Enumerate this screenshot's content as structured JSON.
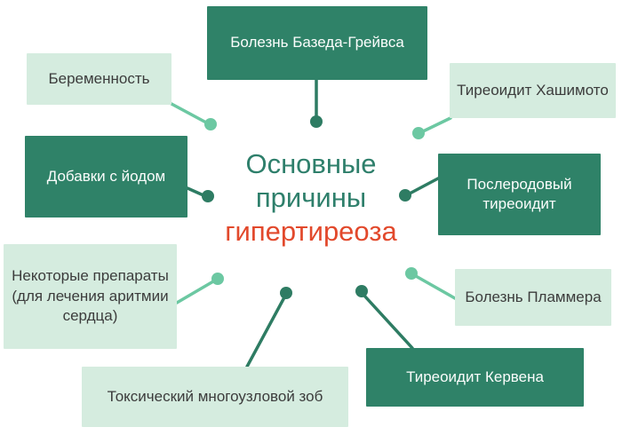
{
  "title": {
    "line1": "Основные",
    "line2": "причины",
    "line3": "гипертиреоза"
  },
  "nodes": [
    {
      "id": "graves-disease",
      "label": "Болезнь Базеда-Грейвса",
      "style": "dark"
    },
    {
      "id": "pregnancy",
      "label": "Беременность",
      "style": "light"
    },
    {
      "id": "hashimoto",
      "label": "Тиреоидит Хашимото",
      "style": "light"
    },
    {
      "id": "iodine-supplements",
      "label": "Добавки с йодом",
      "style": "dark"
    },
    {
      "id": "postpartum",
      "label": "Послеродовый тиреоидит",
      "style": "dark"
    },
    {
      "id": "medications",
      "label": "Некоторые препараты (для лечения аритмии сердца)",
      "style": "light"
    },
    {
      "id": "plummer",
      "label": "Болезнь Пламмера",
      "style": "light"
    },
    {
      "id": "toxic-goiter",
      "label": "Токсический многоузловой зоб",
      "style": "light"
    },
    {
      "id": "quervain",
      "label": "Тиреоидит Кервена",
      "style": "dark"
    }
  ],
  "colors": {
    "dark_box": "#2f8268",
    "light_box": "#d5ecdf",
    "text_dark": "#3c3c3c",
    "title_teal": "#2e7f6b",
    "title_red": "#e2492c",
    "connector_dark": "#2e7c63",
    "connector_light": "#6cc8a2"
  }
}
